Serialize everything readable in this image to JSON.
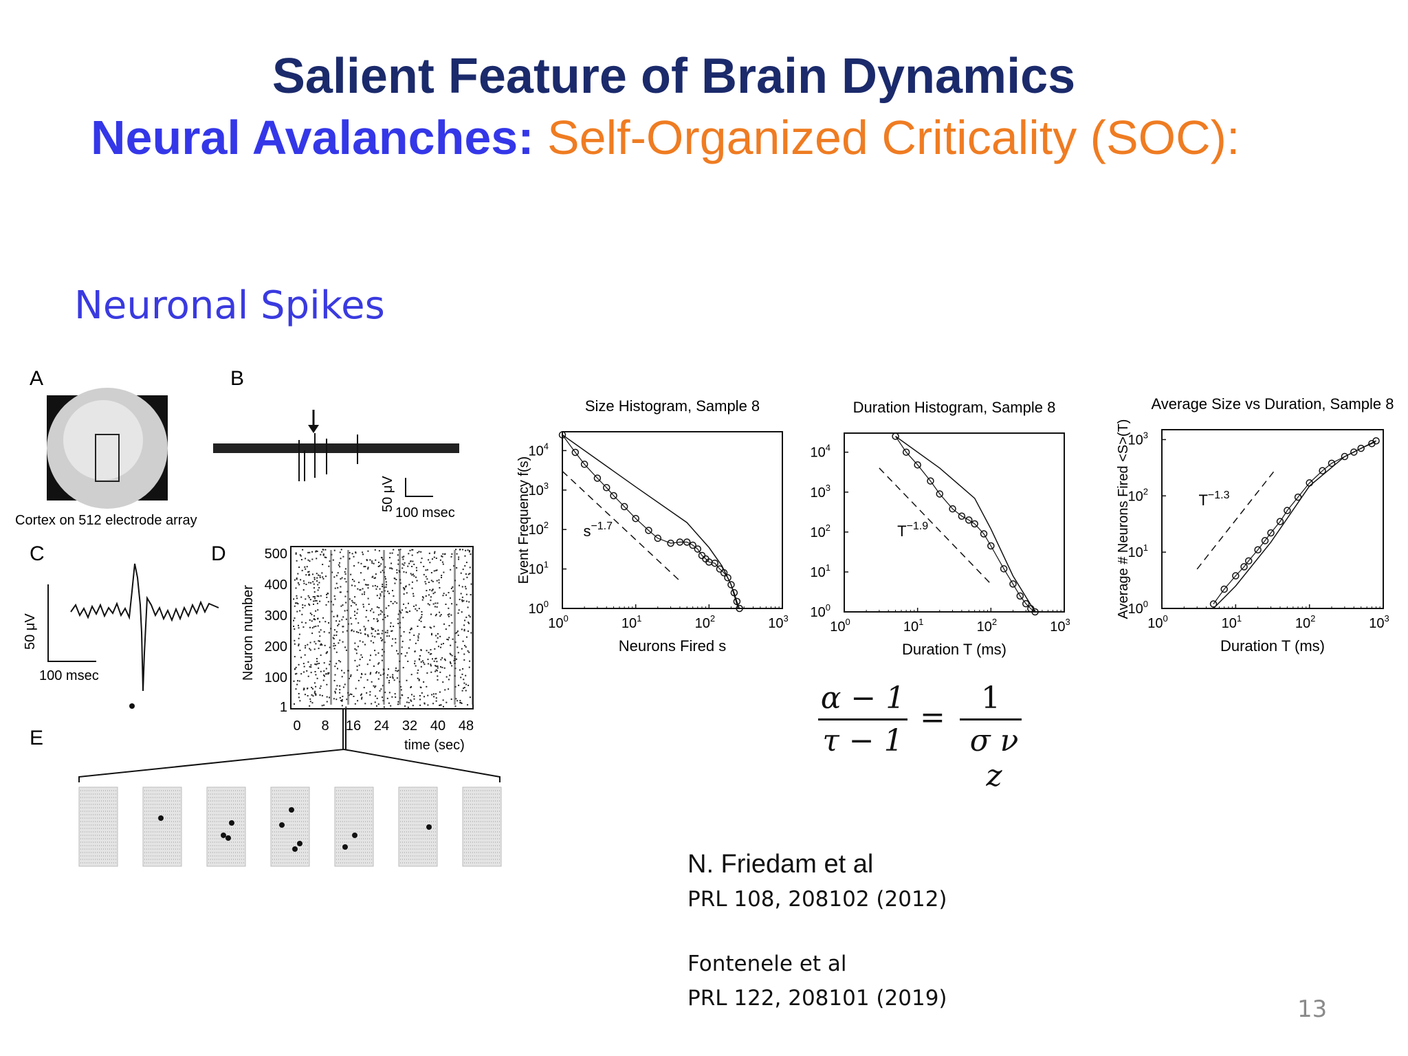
{
  "title": {
    "line1": "Salient Feature of Brain Dynamics",
    "line2_bold": "Neural Avalanches:",
    "line2_rest": " Self-Organized Criticality (SOC):"
  },
  "section_label": "Neuronal Spikes",
  "figure_left": {
    "panel_labels": [
      "A",
      "B",
      "C",
      "D",
      "E"
    ],
    "caption_a": "Cortex on 512 electrode array",
    "b_scale_v": "50 μV",
    "b_scale_t": "100 msec",
    "c_scale_v": "50 μV",
    "c_scale_t": "100 msec",
    "d_ylabel": "Neuron number",
    "d_xlabel": "time (sec)",
    "d_yticks": [
      "500",
      "400",
      "300",
      "200",
      "100",
      "1"
    ],
    "d_xticks": [
      "0",
      "8",
      "16",
      "24",
      "32",
      "40",
      "48"
    ]
  },
  "chart_data": [
    {
      "type": "line",
      "title": "Size Histogram, Sample 8",
      "xlabel": "Neurons Fired s",
      "ylabel": "Event Frequency f(s)",
      "x_scale": "log",
      "y_scale": "log",
      "xlim": [
        1,
        1000
      ],
      "ylim": [
        1,
        30000
      ],
      "annotation": {
        "base": "s",
        "exp": "−1.7"
      },
      "series": [
        {
          "style": "circles",
          "x": [
            1,
            1.5,
            2,
            3,
            4,
            5,
            7,
            10,
            15,
            20,
            30,
            40,
            50,
            60,
            70,
            80,
            90,
            100,
            120,
            140,
            160,
            180,
            200,
            220,
            240,
            260
          ],
          "y": [
            25000,
            9000,
            4500,
            2000,
            1150,
            720,
            380,
            190,
            95,
            60,
            45,
            48,
            48,
            40,
            32,
            22,
            18,
            15,
            14,
            10,
            8,
            6,
            4,
            2.5,
            1.5,
            1
          ]
        },
        {
          "style": "solid",
          "x": [
            1,
            10,
            50,
            100,
            150,
            200,
            250
          ],
          "y": [
            25000,
            1200,
            150,
            35,
            12,
            4,
            1
          ]
        },
        {
          "style": "dashed",
          "x": [
            1,
            40
          ],
          "y": [
            3000,
            5
          ]
        }
      ]
    },
    {
      "type": "line",
      "title": "Duration Histogram, Sample 8",
      "xlabel": "Duration T (ms)",
      "ylabel": "",
      "x_scale": "log",
      "y_scale": "log",
      "xlim": [
        1,
        1000
      ],
      "ylim": [
        1,
        30000
      ],
      "annotation": {
        "base": "T",
        "exp": "−1.9"
      },
      "series": [
        {
          "style": "circles",
          "x": [
            5,
            7,
            10,
            15,
            20,
            30,
            40,
            50,
            60,
            80,
            100,
            150,
            200,
            250,
            300,
            350,
            400
          ],
          "y": [
            25000,
            10000,
            4800,
            1900,
            900,
            380,
            250,
            200,
            160,
            90,
            45,
            12,
            5,
            2.5,
            1.6,
            1.2,
            1
          ]
        },
        {
          "style": "solid",
          "x": [
            5,
            20,
            60,
            100,
            200,
            400
          ],
          "y": [
            25000,
            4000,
            700,
            120,
            8,
            1
          ]
        },
        {
          "style": "dashed",
          "x": [
            3,
            100
          ],
          "y": [
            4000,
            5
          ]
        }
      ]
    },
    {
      "type": "line",
      "title": "Average Size vs Duration, Sample 8",
      "xlabel": "Duration T (ms)",
      "ylabel": "Average # Neurons Fired <S>(T)",
      "x_scale": "log",
      "y_scale": "log",
      "xlim": [
        1,
        1000
      ],
      "ylim": [
        1,
        1500
      ],
      "annotation": {
        "base": "T",
        "exp": "−1.3"
      },
      "series": [
        {
          "style": "circles",
          "x": [
            5,
            7,
            10,
            13,
            15,
            20,
            25,
            30,
            40,
            50,
            70,
            100,
            150,
            200,
            300,
            400,
            500,
            700,
            800
          ],
          "y": [
            1.2,
            2.2,
            3.8,
            5.5,
            7,
            11,
            16,
            22,
            35,
            55,
            95,
            170,
            280,
            380,
            500,
            600,
            700,
            850,
            950
          ]
        },
        {
          "style": "solid",
          "x": [
            5,
            10,
            30,
            100,
            300,
            800
          ],
          "y": [
            1,
            2.5,
            15,
            150,
            500,
            950
          ]
        },
        {
          "style": "dashed",
          "x": [
            3,
            35
          ],
          "y": [
            5,
            300
          ]
        }
      ]
    }
  ],
  "equation": {
    "num_left": "α − 1",
    "den_left": "τ − 1",
    "equals": "=",
    "num_right": "1",
    "den_right": "σ ν z"
  },
  "references": {
    "r1_name": "N. Friedam et al",
    "r1_journal": "PRL 108, 208102 (2012)",
    "r2_name": "Fontenele et al",
    "r2_journal": "PRL 122, 208101 (2019)"
  },
  "page_number": "13"
}
